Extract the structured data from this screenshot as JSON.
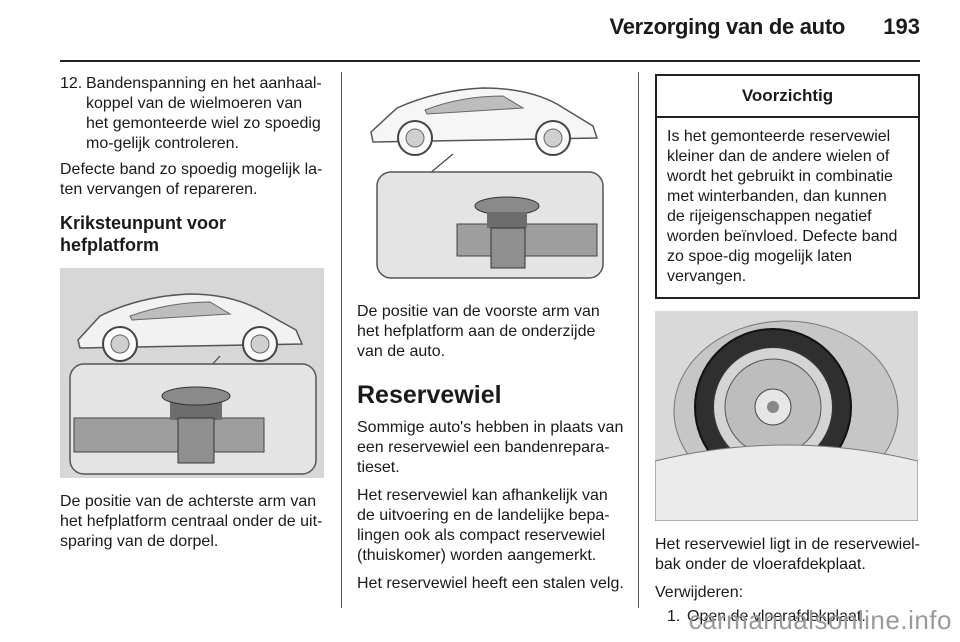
{
  "header": {
    "title": "Verzorging van de auto",
    "page_number": "193"
  },
  "left": {
    "step_number": "12.",
    "step_text": "Bandenspanning en het aanhaal-koppel van de wielmoeren van het gemonteerde wiel zo spoedig mo-gelijk controleren.",
    "para1": "Defecte band zo spoedig mogelijk la-ten vervangen of repareren.",
    "heading": "Kriksteunpunt voor hefplatform",
    "caption": "De positie van de achterste arm van het hefplatform centraal onder de uit-sparing van de dorpel."
  },
  "middle": {
    "caption": "De positie van de voorste arm van het hefplatform aan de onderzijde van de auto.",
    "heading": "Reservewiel",
    "para1": "Sommige auto's hebben in plaats van een reservewiel een bandenrepara-tieset.",
    "para2": "Het reservewiel kan afhankelijk van de uitvoering en de landelijke bepa-lingen ook als compact reservewiel (thuiskomer) worden aangemerkt.",
    "para3": "Het reservewiel heeft een stalen velg."
  },
  "right": {
    "warning_title": "Voorzichtig",
    "warning_text": "Is het gemonteerde reservewiel kleiner dan de andere wielen of wordt het gebruikt in combinatie met winterbanden, dan kunnen de rijeigenschappen negatief worden beïnvloed. Defecte band zo spoe-dig mogelijk laten vervangen.",
    "para1": "Het reservewiel ligt in de reservewiel-bak onder de vloerafdekplaat.",
    "para2": "Verwijderen:",
    "step_number": "1.",
    "step_text": "Open de vloerafdekplaat."
  },
  "watermark": "carmanualsonline.info"
}
